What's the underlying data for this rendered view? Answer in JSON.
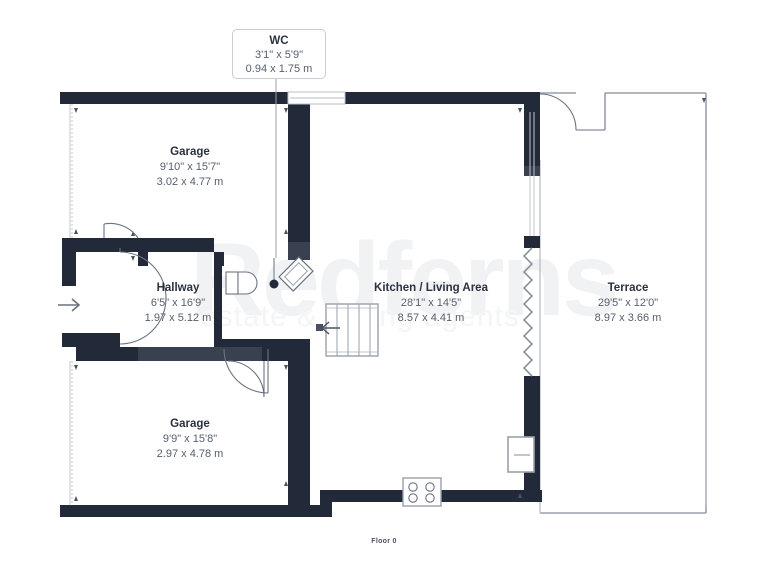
{
  "document": {
    "floor_label": "Floor 0",
    "watermark_main": "Redferns",
    "watermark_sub": "estate & letting agents"
  },
  "colors": {
    "wall": "#222a39",
    "wall_light": "#39404f",
    "thin_line": "#9aa0ab",
    "text_dark": "#2b3140",
    "text_grey": "#565f6e",
    "watermark": "#f1f2f3",
    "background": "#ffffff"
  },
  "rooms": [
    {
      "id": "wc",
      "name": "WC",
      "dim_imperial": "3'1\" x 5'9\"",
      "dim_metric": "0.94 x 1.75 m"
    },
    {
      "id": "garage-top",
      "name": "Garage",
      "dim_imperial": "9'10\" x 15'7\"",
      "dim_metric": "3.02 x 4.77 m"
    },
    {
      "id": "hallway",
      "name": "Hallway",
      "dim_imperial": "6'5\" x 16'9\"",
      "dim_metric": "1.97 x 5.12 m"
    },
    {
      "id": "kitchen-living",
      "name": "Kitchen / Living Area",
      "dim_imperial": "28'1\" x 14'5\"",
      "dim_metric": "8.57 x 4.41 m"
    },
    {
      "id": "terrace",
      "name": "Terrace",
      "dim_imperial": "29'5\" x 12'0\"",
      "dim_metric": "8.97 x 3.66 m"
    },
    {
      "id": "garage-bottom",
      "name": "Garage",
      "dim_imperial": "9'9\" x 15'8\"",
      "dim_metric": "2.97 x 4.78 m"
    }
  ],
  "fixtures": [
    {
      "id": "toilet",
      "name": "wc-toilet-fixture"
    },
    {
      "id": "basin",
      "name": "wc-basin-fixture"
    },
    {
      "id": "hob",
      "name": "kitchen-hob-fixture"
    },
    {
      "id": "sink-unit",
      "name": "kitchen-sink-unit"
    },
    {
      "id": "stairs",
      "name": "staircase"
    },
    {
      "id": "entrance-arrow",
      "name": "entrance-direction-arrow"
    },
    {
      "id": "bifold",
      "name": "bifold-door-divider"
    }
  ]
}
